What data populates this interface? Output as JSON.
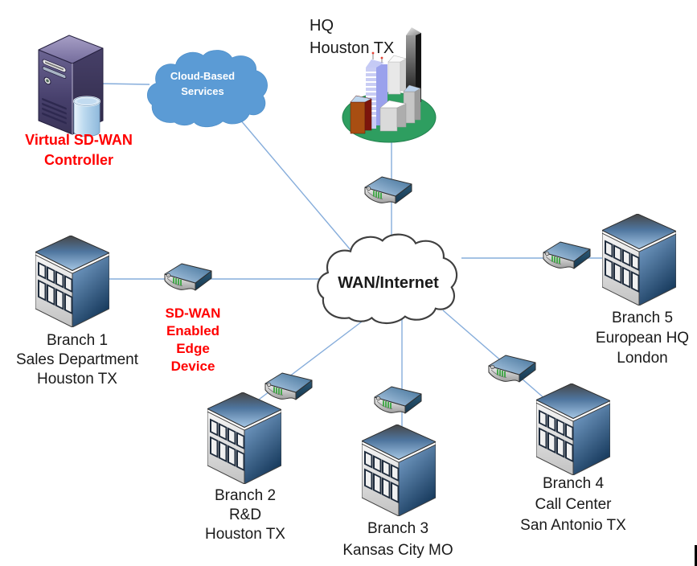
{
  "nodes": {
    "controller": {
      "label": [
        "Virtual SD-WAN",
        "Controller"
      ]
    },
    "cloud_services": {
      "label": [
        "Cloud-Based",
        "Services"
      ]
    },
    "hq": {
      "label": [
        "HQ",
        "Houston TX"
      ]
    },
    "wan": {
      "label": "WAN/Internet"
    },
    "edge_device": {
      "label": [
        "SD-WAN",
        "Enabled",
        "Edge",
        "Device"
      ]
    },
    "branches": {
      "branch1": {
        "label": [
          "Branch 1",
          "Sales Department",
          "Houston TX"
        ]
      },
      "branch2": {
        "label": [
          "Branch 2",
          "R&D",
          "Houston TX"
        ]
      },
      "branch3": {
        "label": [
          "Branch 3",
          "Kansas City MO"
        ]
      },
      "branch4": {
        "label": [
          "Branch 4",
          "Call Center",
          "San Antonio TX"
        ]
      },
      "branch5": {
        "label": [
          "Branch 5",
          "European HQ",
          "London"
        ]
      }
    }
  },
  "icons": {
    "controller": "server-tower-with-database-icon",
    "cloud_services": "blue-cloud-icon",
    "hq": "city-skyline-on-green-ellipse-icon",
    "wan": "outlined-cloud-icon",
    "edge_device": "router-appliance-icon",
    "branch": "office-building-icon"
  },
  "colors": {
    "connector_line": "#86ADDB",
    "cloud_services_fill": "#5B9BD5",
    "wan_cloud_outline": "#3F3F3F",
    "red_label": "#FF0000",
    "text": "#1A1A1A"
  }
}
